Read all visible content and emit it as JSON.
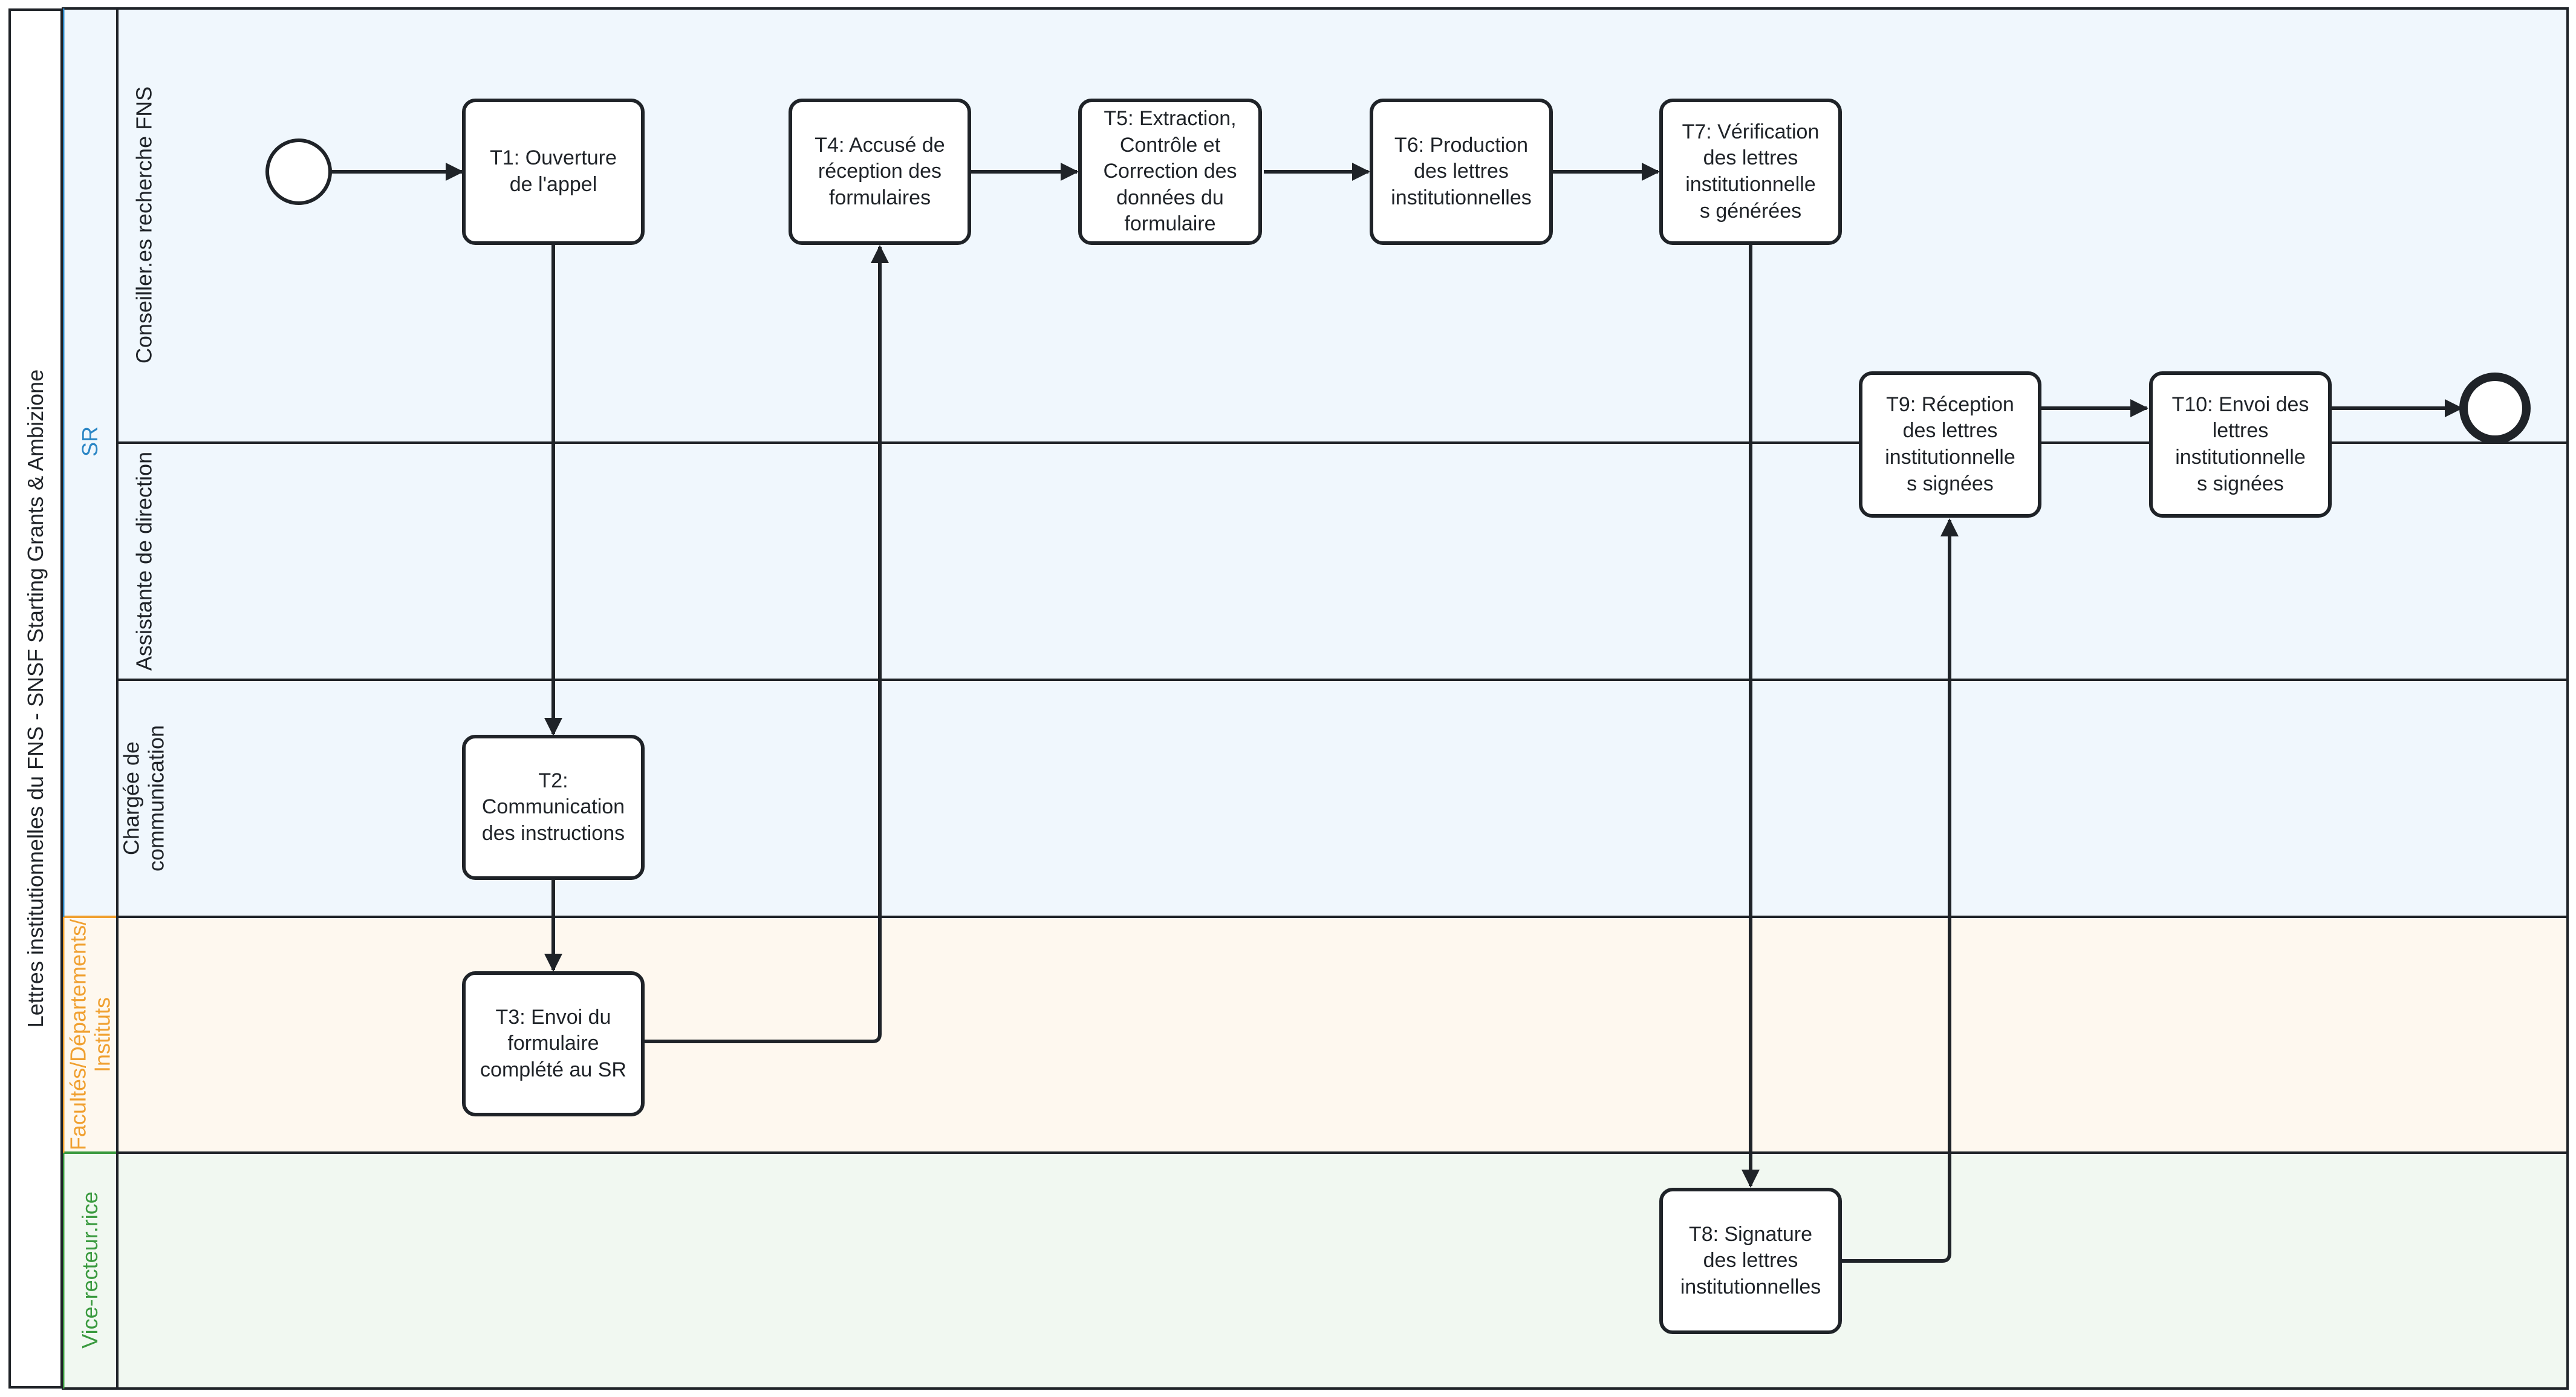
{
  "pool": {
    "title": "Lettres institutionnelles du FNS - SNSF Starting Grants & Ambizione"
  },
  "groups": [
    {
      "id": "sr",
      "label": "SR",
      "color": "#2b86c5",
      "bg": "#f0f7fd"
    },
    {
      "id": "facultes",
      "label": "Facultés/Départements/\nInstituts",
      "color": "#f0a030",
      "bg": "#fef8ef"
    },
    {
      "id": "vice",
      "label": "Vice-recteur.rice",
      "color": "#3a9a3f",
      "bg": "#f1f8f1"
    }
  ],
  "lanes": [
    {
      "id": "conseiller",
      "label": "Conseiller.es recherche FNS"
    },
    {
      "id": "assistante",
      "label": "Assistante de direction"
    },
    {
      "id": "chargee",
      "label": "Chargée de\ncommunication"
    }
  ],
  "tasks": {
    "t1": "T1: Ouverture\nde l'appel",
    "t2": "T2:\nCommunication\ndes instructions",
    "t3": "T3: Envoi du\nformulaire\ncomplété au SR",
    "t4": "T4: Accusé de\nréception des\nformulaires",
    "t5": "T5: Extraction,\nContrôle et\nCorrection des\ndonnées du\nformulaire",
    "t6": "T6: Production\ndes lettres\ninstitutionnelles",
    "t7": "T7: Vérification\ndes lettres\ninstitutionnelle\ns générées",
    "t8": "T8: Signature\ndes lettres\ninstitutionnelles",
    "t9": "T9: Réception\ndes lettres\ninstitutionnelle\ns signées",
    "t10": "T10: Envoi des\nlettres\ninstitutionnelle\ns signées"
  },
  "events": {
    "start": "start-event",
    "end": "end-event"
  },
  "colors": {
    "stroke": "#1f2328"
  }
}
